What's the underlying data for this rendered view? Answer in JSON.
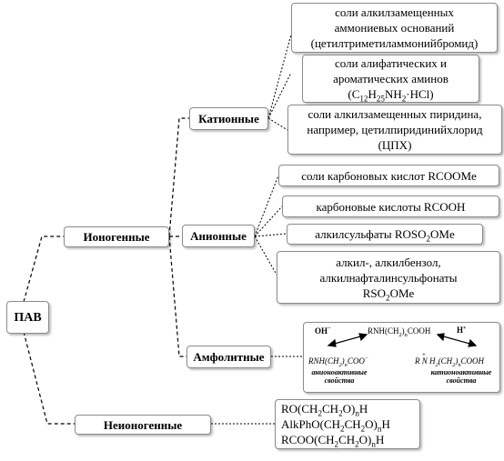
{
  "root": "ПАВ",
  "ionic": "Ионогенные",
  "nonionic": "Неионогенные",
  "cationic": {
    "label": "Катионные",
    "items": [
      {
        "lines": [
          "соли алкилзамещенных",
          "аммониевых оснований",
          "(цетилтриметиламмонийбромид)"
        ]
      },
      {
        "lines": [
          "соли алифатических и",
          "ароматических аминов"
        ],
        "formula": {
          "a": "(C",
          "b": "12",
          "c": "H",
          "d": "25",
          "e": "NH",
          "f": "2",
          "g": "·HCl)"
        }
      },
      {
        "lines": [
          "соли алкилзамещенных пиридина,",
          "например, цетилпиридинийхлорид",
          "(ЦПХ)"
        ]
      }
    ]
  },
  "anionic": {
    "label": "Анионные",
    "items": [
      {
        "text": "соли карбоновых кислот RCOOMe"
      },
      {
        "text": "карбоновые кислоты RCOOH"
      },
      {
        "pre": "алкилсульфаты ROSO",
        "sub": "2",
        "post": "OMe"
      },
      {
        "lines": [
          "алкил-, алкилбензол,",
          "алкилнафталинсульфонаты"
        ],
        "f_pre": "RSO",
        "f_sub": "2",
        "f_post": "OMe"
      }
    ]
  },
  "ampholytic": {
    "label": "Амфолитные",
    "oh": "OH",
    "center": "RNH(CH",
    "center_sub": "2",
    "center_post": ")",
    "center_n": "n",
    "center_end": "COOH",
    "h": "H",
    "left_f": "RNH(CH",
    "left_sub": "2",
    "left_n": "n",
    "left_end": "COO",
    "left_caption": [
      "анионоактивные",
      "свойства"
    ],
    "right_f": "R N H",
    "right_sub": "2",
    "right_mid": "(CH",
    "right_sub2": "2",
    "right_n": "n",
    "right_end": "COOH",
    "right_caption": [
      "катионоактивные",
      "свойства"
    ]
  },
  "nonionic_formulas": [
    {
      "a": "RO(CH",
      "b": "2",
      "c": "CH",
      "d": "2",
      "e": "O)",
      "f": "n",
      "g": "H"
    },
    {
      "a": "AlkPhO(CH",
      "b": "2",
      "c": "CH",
      "d": "2",
      "e": "O)",
      "f": "n",
      "g": "H"
    },
    {
      "a": "RCOO(CH",
      "b": "2",
      "c": "CH",
      "d": "2",
      "e": "O)",
      "f": "n",
      "g": "H"
    }
  ]
}
